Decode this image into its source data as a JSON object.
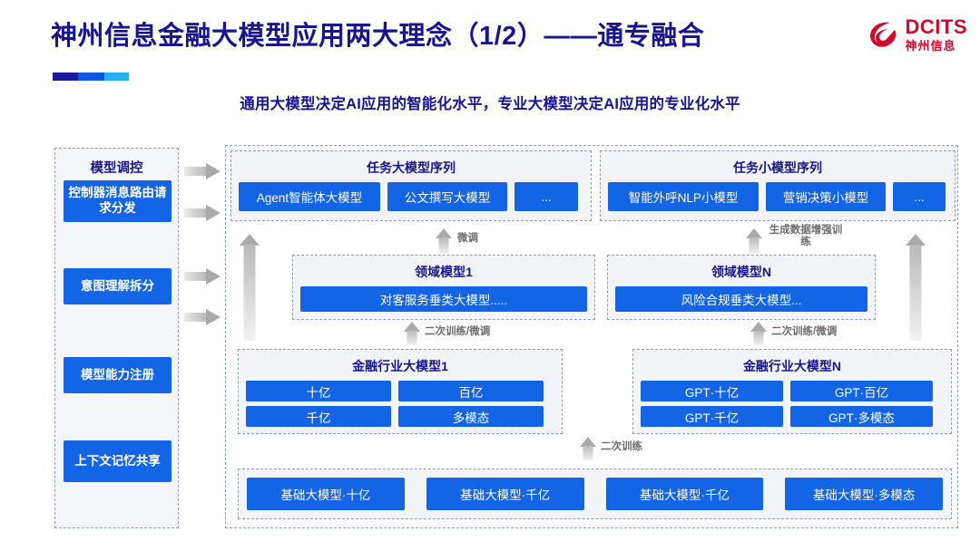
{
  "header": {
    "title": "神州信息金融大模型应用两大理念（1/2）——通专融合",
    "subtitle": "通用大模型决定AI应用的智能化水平，专业大模型决定AI应用的专业化水平",
    "logo_en": "DCITS",
    "logo_cn": "神州信息"
  },
  "left_column": {
    "title": "模型调控",
    "items": [
      {
        "label": "控制器消息路由请求分发"
      },
      {
        "label": "意图理解拆分"
      },
      {
        "label": "模型能力注册"
      },
      {
        "label": "上下文记忆共享"
      }
    ]
  },
  "task_groups": [
    {
      "title": "任务大模型序列",
      "boxes": [
        "Agent智能体大模型",
        "公文撰写大模型",
        "..."
      ]
    },
    {
      "title": "任务小模型序列",
      "boxes": [
        "智能外呼NLP小模型",
        "营销决策小模型",
        "..."
      ]
    }
  ],
  "domain_groups": [
    {
      "title": "领域模型1",
      "boxes": [
        "对客服务垂类大模型....."
      ]
    },
    {
      "title": "领域模型N",
      "boxes": [
        "风险合规垂类大模型..."
      ]
    }
  ],
  "industry_groups": [
    {
      "title": "金融行业大模型1",
      "boxes": [
        "十亿",
        "百亿",
        "千亿",
        "多模态"
      ]
    },
    {
      "title": "金融行业大模型N",
      "boxes": [
        "GPT·十亿",
        "GPT·百亿",
        "GPT·千亿",
        "GPT·多模态"
      ]
    }
  ],
  "foundation_group": {
    "boxes": [
      "基础大模型·十亿",
      "基础大模型·千亿",
      "基础大模型·千亿",
      "基础大模型·多模态"
    ]
  },
  "arrow_labels": {
    "finetune": "微调",
    "data_augment": "生成数据增强训练",
    "retrain_finetune_left": "二次训练/微调",
    "retrain_finetune_right": "二次训练/微调",
    "retrain": "二次训练"
  },
  "colors": {
    "brand_blue": "#1464e6",
    "title_navy": "#17158f",
    "logo_red": "#cf0a2c",
    "dashed_border": "#8e9bbf",
    "panel_grey": "#f2f4f7"
  }
}
